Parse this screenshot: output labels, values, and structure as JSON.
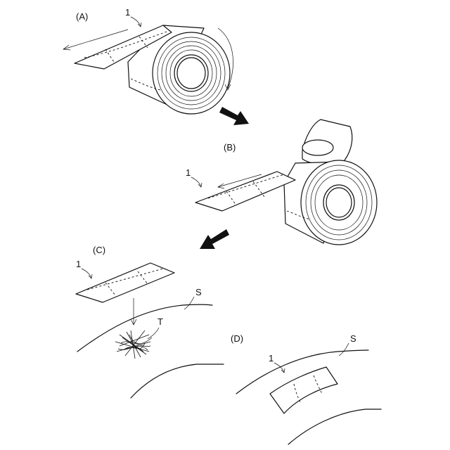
{
  "panels": {
    "a": {
      "label": "(A)",
      "ref": "1"
    },
    "b": {
      "label": "(B)",
      "ref": "1"
    },
    "c": {
      "label": "(C)",
      "ref": "1",
      "surface": "S",
      "target": "T"
    },
    "d": {
      "label": "(D)",
      "ref": "1",
      "surface": "S"
    }
  },
  "colors": {
    "ink": "#111111",
    "paper": "#ffffff"
  }
}
